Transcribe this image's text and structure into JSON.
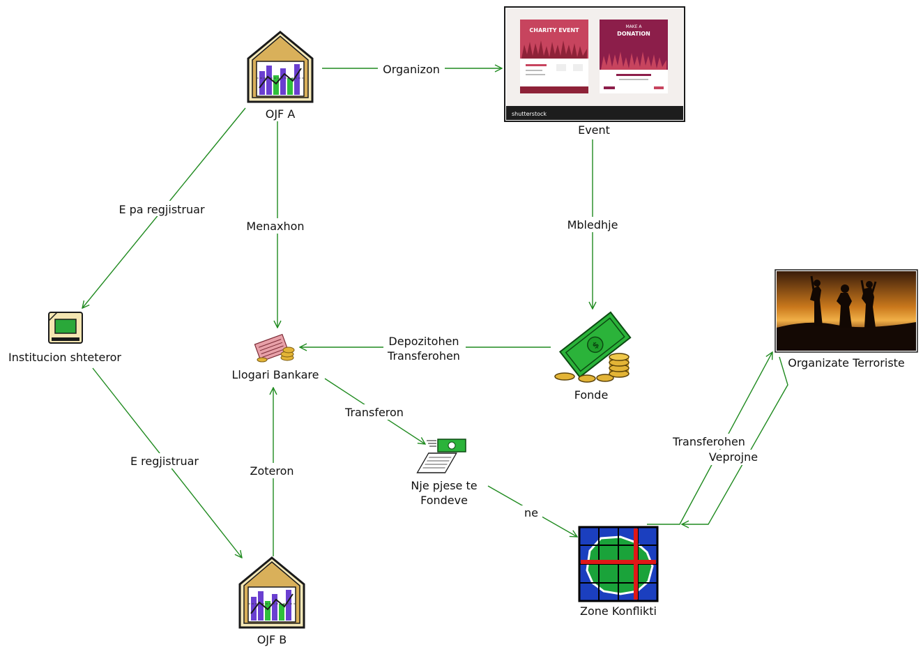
{
  "nodes": {
    "ojf_a": {
      "label": "OJF A",
      "icon": "org-building-chart-icon"
    },
    "event": {
      "label": "Event",
      "icon": "event-flyer-image",
      "image_text": {
        "left_flyer": "CHARITY EVENT",
        "right_flyer_top": "MAKE A",
        "right_flyer_main": "DONATION",
        "footer": "shutterstock"
      }
    },
    "institucion": {
      "label": "Institucion shteteror",
      "icon": "computer-terminal-icon"
    },
    "llogari": {
      "label": "Llogari Bankare",
      "icon": "bank-cards-coins-icon"
    },
    "fonde": {
      "label": "Fonde",
      "icon": "banknote-coins-icon"
    },
    "organizate": {
      "label": "Organizate Terroriste",
      "icon": "armed-silhouettes-image"
    },
    "pjese": {
      "label_line1": "Nje pjese te",
      "label_line2": "Fondeve",
      "icon": "money-transfer-icon"
    },
    "zone": {
      "label": "Zone Konflikti",
      "icon": "map-grid-icon"
    },
    "ojf_b": {
      "label": "OJF B",
      "icon": "org-building-chart-icon"
    }
  },
  "edges": {
    "organizon": {
      "label": "Organizon"
    },
    "e_pa_regjistruar": {
      "label": "E pa regjistruar"
    },
    "menaxhon": {
      "label": "Menaxhon"
    },
    "mbledhje": {
      "label": "Mbledhje"
    },
    "depozitohen": {
      "label_line1": "Depozitohen",
      "label_line2": "Transferohen"
    },
    "transferon": {
      "label": "Transferon"
    },
    "e_regjistruar": {
      "label": "E regjistruar"
    },
    "zoteron": {
      "label": "Zoteron"
    },
    "ne": {
      "label": "ne"
    },
    "transferohen": {
      "label": "Transferohen"
    },
    "veprojne": {
      "label": "Veprojne"
    }
  },
  "colors": {
    "edge": "#1f8a1f",
    "house_roof": "#c8a24a",
    "chart_bar_purple": "#6a3fd0",
    "chart_bar_green": "#2fbf3a",
    "money_green": "#1e9e2a",
    "coin_gold": "#e3b436",
    "map_blue": "#1b3fbf",
    "map_green": "#1aa33a",
    "map_red": "#e01818"
  }
}
